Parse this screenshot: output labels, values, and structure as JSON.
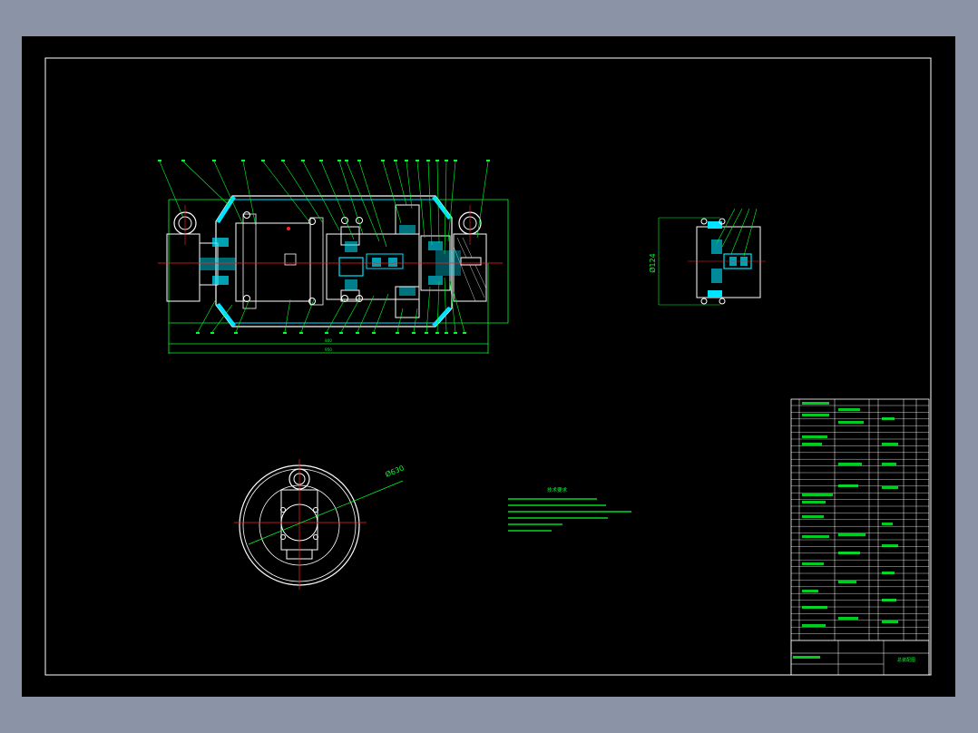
{
  "drawing": {
    "title_block_name": "总装配图",
    "diameter_label": "Ø630",
    "detail_dimension": "Ø124",
    "overall_dim_1": "800",
    "overall_dim_2": "950",
    "notes_title": "技术要求"
  },
  "colors": {
    "background": "#000000",
    "frame": "#ffffff",
    "outline": "#ffffff",
    "cyan": "#00e5ff",
    "green": "#00ff2a",
    "red": "#ff2020",
    "yellow": "#ffff00",
    "magenta": "#ff40ff"
  }
}
